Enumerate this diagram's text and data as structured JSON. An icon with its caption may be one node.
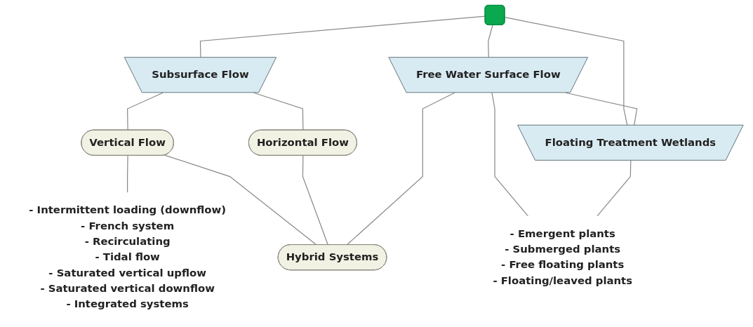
{
  "diagram": {
    "nodes": [
      {
        "text": [],
        "shape": "box"
      },
      {
        "text": [
          "Subsurface Flow"
        ]
      },
      {
        "text": [
          "Free Water Surface Flow"
        ]
      },
      {
        "text": [
          "Floating Treatment Wetlands"
        ]
      },
      {
        "text": [
          "Vertical Flow"
        ]
      },
      {
        "text": [
          "Horizontal Flow"
        ]
      },
      {
        "text": [
          "Hybrid Systems"
        ]
      },
      {
        "text": [
          "- Intermittent loading (downflow)",
          "- French system",
          "- Recirculating",
          "- Tidal flow",
          "- Saturated vertical upflow",
          "- Saturated vertical downflow",
          "- Integrated systems"
        ]
      },
      {
        "text": [
          "- Emergent plants",
          "- Submerged plants",
          "- Free floating plants",
          "- Floating/leaved plants"
        ]
      }
    ],
    "edges": [
      {
        "from": 0,
        "to": 1,
        "arrow": "none"
      },
      {
        "from": 0,
        "to": 2,
        "arrow": "none"
      },
      {
        "from": 0,
        "to": 3,
        "arrow": "none"
      },
      {
        "from": 2,
        "to": 3,
        "arrow": "none"
      },
      {
        "from": 2,
        "to": 8,
        "arrow": "none"
      },
      {
        "from": 3,
        "to": 8,
        "arrow": "none"
      },
      {
        "from": 1,
        "to": 4,
        "arrow": "none"
      },
      {
        "from": 1,
        "to": 5,
        "arrow": "none"
      },
      {
        "from": 7,
        "to": 4,
        "arrow": "none"
      },
      {
        "from": 4,
        "to": 6,
        "arrow": "none"
      },
      {
        "from": 5,
        "to": 6,
        "arrow": "none"
      },
      {
        "from": 2,
        "to": 6,
        "arrow": "none"
      }
    ]
  }
}
